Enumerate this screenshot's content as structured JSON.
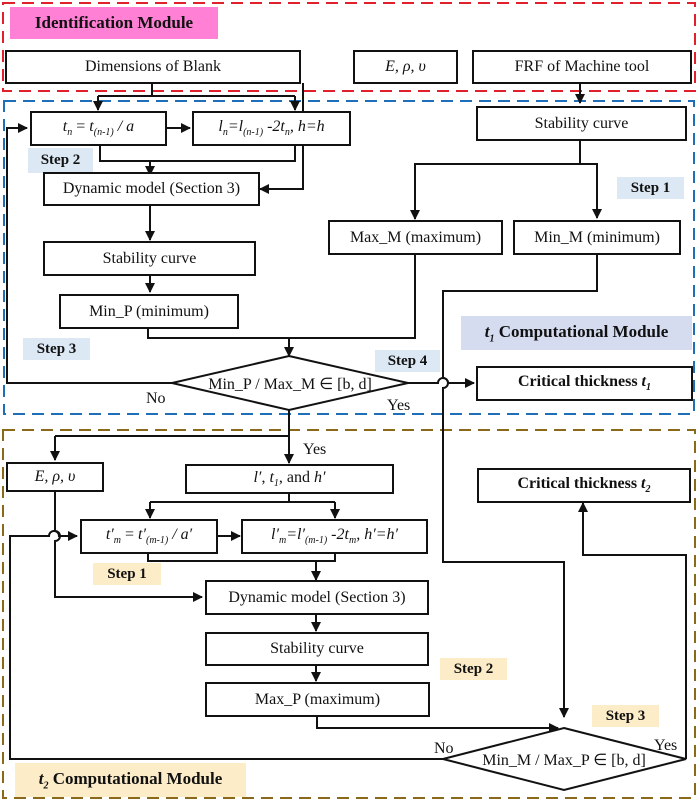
{
  "colors": {
    "identification_border": "#e0202a",
    "t1_border": "#1f6fb8",
    "t2_border": "#8a6a1a",
    "identification_label_bg": "#ff80d4",
    "t1_step_bg": "#dce8f4",
    "t1_module_label_bg": "#d6dcf0",
    "t2_step_bg": "#fcecc8",
    "line": "#111111"
  },
  "identification": {
    "title": "Identification Module",
    "dimensions_box": "Dimensions of Blank",
    "material_box": "E, ρ, υ",
    "frf_box": "FRF of Machine tool"
  },
  "t1_module": {
    "title_sub": "1",
    "title_prefix": "t",
    "title_rest": " Computational Module",
    "tn_box": {
      "lhs": "t",
      "lhs_sub": "n",
      "eq": " = ",
      "rhs": "t",
      "rhs_sub": "(n-1)",
      "tail": " / a"
    },
    "ln_box": {
      "a": "l",
      "a_sub": "n",
      "b": "=l",
      "b_sub": "(n-1)",
      "c": " -2t",
      "c_sub": "n",
      "d": ", h=h"
    },
    "dynamic_model": "Dynamic model (Section 3)",
    "stability_curve_left": "Stability curve",
    "min_p": "Min_P (minimum)",
    "stability_curve_right": "Stability curve",
    "max_m": "Max_M (maximum)",
    "min_m": "Min_M (minimum)",
    "decision": "Min_P / Max_M ∈ [b, d]",
    "no_label": "No",
    "yes_label": "Yes",
    "critical_prefix": "Critical thickness ",
    "critical_var": "t",
    "critical_sub": "1",
    "steps": [
      "Step 1",
      "Step 2",
      "Step 3",
      "Step 4"
    ]
  },
  "t2_module": {
    "title_prefix": "t",
    "title_sub": "2",
    "title_rest": " Computational Module",
    "yes_label": "Yes",
    "material_box": "E, ρ, υ",
    "input_box": {
      "a": "l′",
      "b": ", ",
      "c": "t",
      "c_sub": "1",
      "d": ", and ",
      "e": "h′"
    },
    "tm_box": {
      "lhs": "t′",
      "lhs_sub": "m",
      "eq": " = ",
      "rhs": "t′",
      "rhs_sub": "(m-1)",
      "tail": " / a′"
    },
    "lm_box": {
      "a": "l′",
      "a_sub": "m",
      "b": "=l′",
      "b_sub": "(m-1)",
      "c": " -2t",
      "c_sub": "m",
      "d": ", h′=h′"
    },
    "dynamic_model": "Dynamic model (Section 3)",
    "stability_curve": "Stability curve",
    "max_p": "Max_P (maximum)",
    "decision": "Min_M / Max_P ∈ [b, d]",
    "no_label": "No",
    "yes_label_right": "Yes",
    "critical_prefix": "Critical thickness ",
    "critical_var": "t",
    "critical_sub": "2",
    "steps": [
      "Step 1",
      "Step 2",
      "Step 3"
    ]
  }
}
